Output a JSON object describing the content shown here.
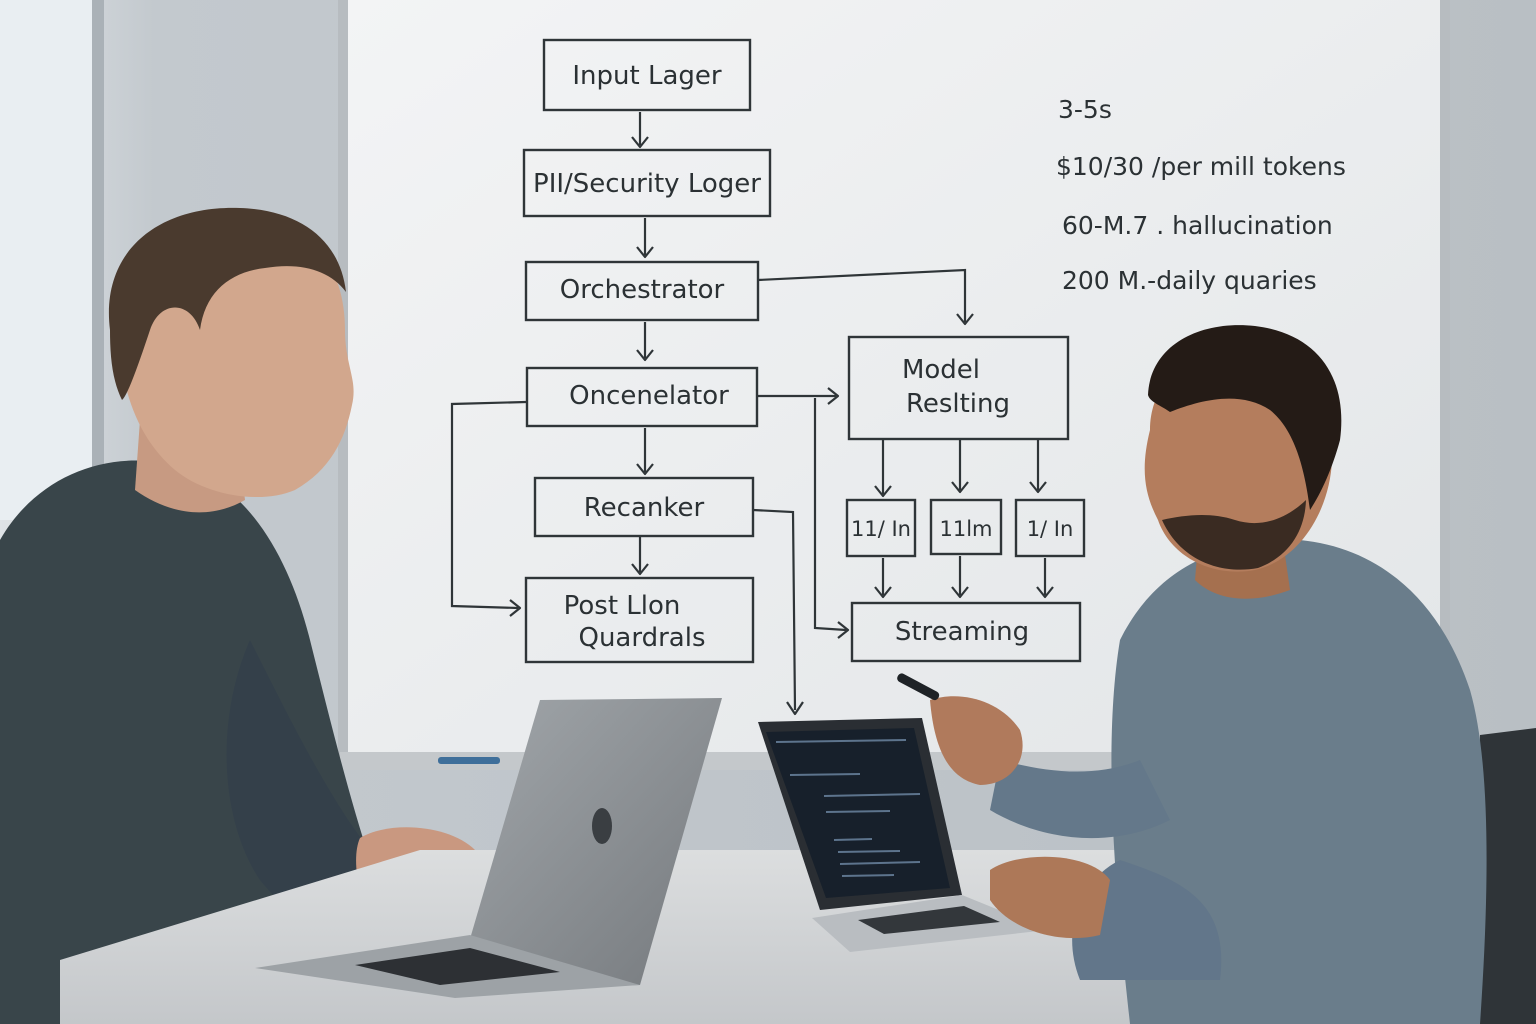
{
  "whiteboard": {
    "boxes": {
      "input": "Input Lager",
      "pii": "PII/Security Loger",
      "orchestrator": "Orchestrator",
      "oncenelator": "Oncenelator",
      "reranker": "Recanker",
      "post_line1": "Post Llon",
      "post_line2": "Quardrals",
      "model_line1": "Model",
      "model_line2": "Reslting",
      "sub1": "11/ In",
      "sub2": "11lm",
      "sub3": "1/ In",
      "streaming": "Streaming"
    },
    "notes": [
      "3-5s",
      "$10/30 /per mill tokens",
      "60-M.7 . hallucination",
      "200 M.-daily quaries"
    ]
  },
  "colors": {
    "wall": "#c9ced3",
    "whiteboard": "#eef0f1",
    "marker": "#2f3538",
    "sweater_left": "#3a464b",
    "shirt_right": "#6a7d8b",
    "desk": "#d7d9db",
    "laptop": "#8e9398"
  }
}
